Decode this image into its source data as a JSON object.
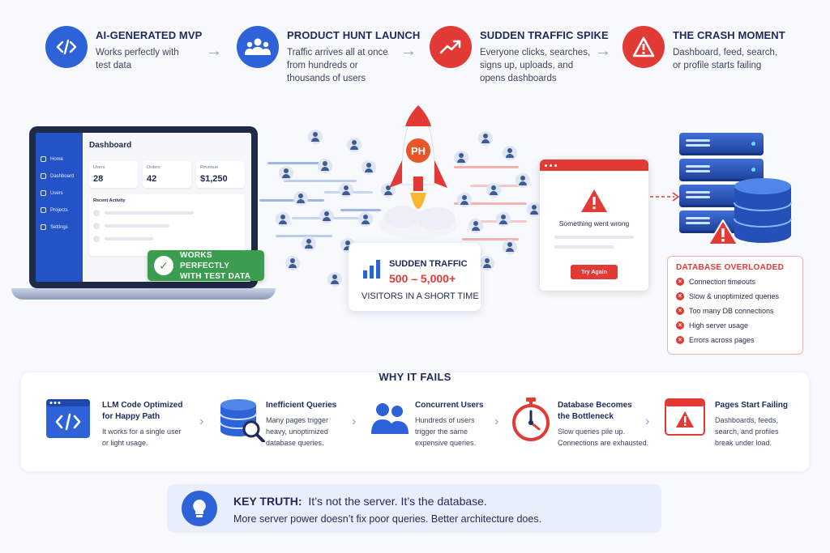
{
  "steps": [
    {
      "title": "AI-GENERATED MVP",
      "desc_lines": [
        "Works perfectly with",
        "test data"
      ],
      "color": "#2e62d9",
      "icon": "code-icon"
    },
    {
      "title": "PRODUCT HUNT LAUNCH",
      "desc_lines": [
        "Traffic arrives all at once",
        "from hundreds or",
        "thousands of users"
      ],
      "color": "#2e62d9",
      "icon": "users-icon"
    },
    {
      "title": "SUDDEN TRAFFIC SPIKE",
      "desc_lines": [
        "Everyone clicks, searches,",
        "signs up, uploads, and",
        "opens dashboards"
      ],
      "color": "#e23a35",
      "icon": "trend-up-icon"
    },
    {
      "title": "THE CRASH MOMENT",
      "desc_lines": [
        "Dashboard, feed, search,",
        "or profile starts failing"
      ],
      "color": "#e23a35",
      "icon": "warning-icon"
    }
  ],
  "laptop": {
    "sidebar": [
      "Home",
      "Dashboard",
      "Users",
      "Projects",
      "Settings"
    ],
    "title": "Dashboard",
    "cards": [
      {
        "label": "Users",
        "value": "28"
      },
      {
        "label": "Orders",
        "value": "42"
      },
      {
        "label": "Revenue",
        "value": "$1,250"
      }
    ],
    "recent_label": "Recent Activity",
    "badge": [
      "WORKS PERFECTLY",
      "WITH TEST DATA"
    ]
  },
  "rocket_label": "PH",
  "traffic": {
    "title": "SUDDEN TRAFFIC",
    "range": "500 – 5,000+",
    "sub": "VISITORS IN A SHORT TIME"
  },
  "error_window": {
    "message": "Something went wrong",
    "button": "Try Again"
  },
  "db": {
    "title": "DATABASE OVERLOADED",
    "items": [
      "Connection timeouts",
      "Slow & unoptimized queries",
      "Too many DB connections",
      "High server usage",
      "Errors across pages"
    ]
  },
  "why": {
    "title": "WHY IT FAILS",
    "items": [
      {
        "title_lines": [
          "LLM Code Optimized",
          "for Happy Path"
        ],
        "desc_lines": [
          "It works for a single user",
          "or light usage."
        ],
        "icon": "code-window-icon"
      },
      {
        "title_lines": [
          "Inefficient Queries"
        ],
        "desc_lines": [
          "Many pages trigger",
          "heavy, unoptimized",
          "database queries."
        ],
        "icon": "database-search-icon"
      },
      {
        "title_lines": [
          "Concurrent Users"
        ],
        "desc_lines": [
          "Hundreds of users",
          "trigger the same",
          "expensive queries."
        ],
        "icon": "users-icon"
      },
      {
        "title_lines": [
          "Database Becomes",
          "the Bottleneck"
        ],
        "desc_lines": [
          "Slow queries pile up.",
          "Connections are exhausted."
        ],
        "icon": "stopwatch-icon"
      },
      {
        "title_lines": [
          "Pages Start Failing"
        ],
        "desc_lines": [
          "Dashboards, feeds,",
          "search, and profiles",
          "break under load."
        ],
        "icon": "error-window-icon"
      }
    ]
  },
  "key": {
    "label": "KEY TRUTH:",
    "text": "It’s not the server. It’s the database.",
    "sub": "More server power doesn’t fix poor queries.  Better architecture does."
  },
  "colors": {
    "blue": "#2e62d9",
    "red": "#e23a35",
    "green": "#3c9d4e",
    "navy": "#1f2a5a"
  }
}
